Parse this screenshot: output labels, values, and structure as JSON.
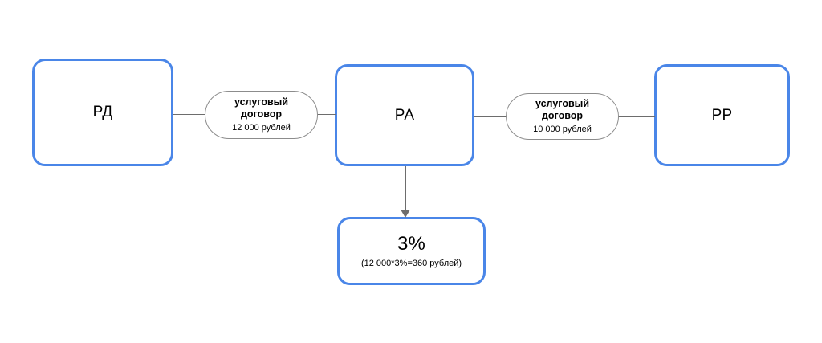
{
  "diagram": {
    "nodes": [
      {
        "id": "rd",
        "label": "РД"
      },
      {
        "id": "ra",
        "label": "РА"
      },
      {
        "id": "rr",
        "label": "РР"
      },
      {
        "id": "fee",
        "label": "3%",
        "sub": "(12 000*3%=360 рублей)"
      }
    ],
    "edge_labels": [
      {
        "id": "left",
        "line1": "услуговый",
        "line2": "договор",
        "amount": "12 000 рублей"
      },
      {
        "id": "right",
        "line1": "услуговый",
        "line2": "договор",
        "amount": "10 000 рублей"
      }
    ],
    "colors": {
      "node_border": "#4a86e8",
      "pill_border": "#8c8c8c",
      "connector": "#6d6d6d",
      "text": "#000000",
      "background": "#ffffff"
    }
  }
}
